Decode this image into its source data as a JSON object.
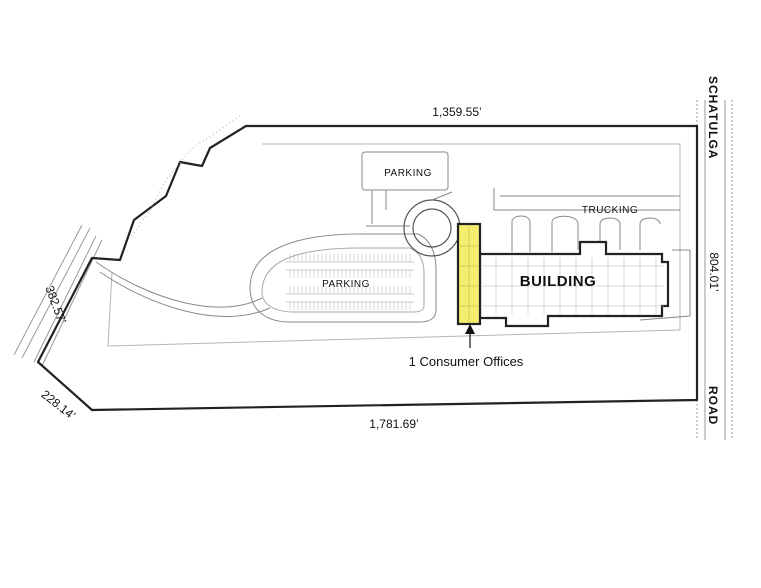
{
  "dimensions": {
    "top": "1,359.55’",
    "bottom": "1,781.69’",
    "right": "804.01’",
    "left_upper": "382.57’",
    "left_lower": "228.14’"
  },
  "areas": {
    "parking_north": "PARKING",
    "parking_main": "PARKING",
    "trucking": "TRUCKING",
    "building": "BUILDING"
  },
  "road": {
    "name_upper": "SCHATULGA",
    "name_lower": "ROAD"
  },
  "callout": {
    "text": "1 Consumer Offices"
  },
  "colors": {
    "highlight": "#f3ee6e",
    "line": "#222222",
    "faint": "#9a9a9a"
  }
}
